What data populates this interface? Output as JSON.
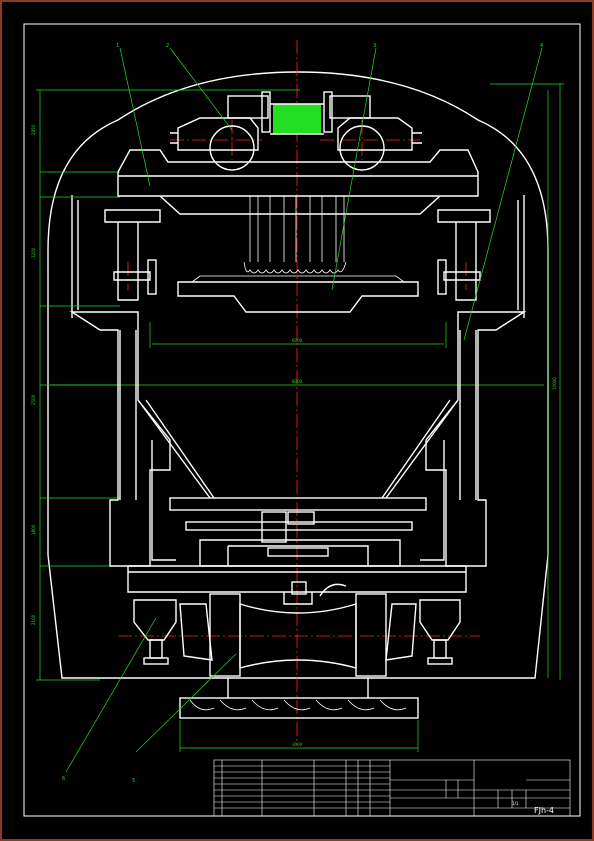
{
  "drawing": {
    "part_labels": [
      "1",
      "2",
      "3",
      "4",
      "5",
      "6"
    ],
    "title_block": {
      "drawing_code": "FJh-4",
      "sheet_no": "1/1"
    }
  },
  "colors": {
    "background": "#000000",
    "frame": "#8b3a2a",
    "outline": "#ffffff",
    "dimension": "#22dd22",
    "centerline": "#ff2222",
    "highlight": "#22dd22"
  }
}
